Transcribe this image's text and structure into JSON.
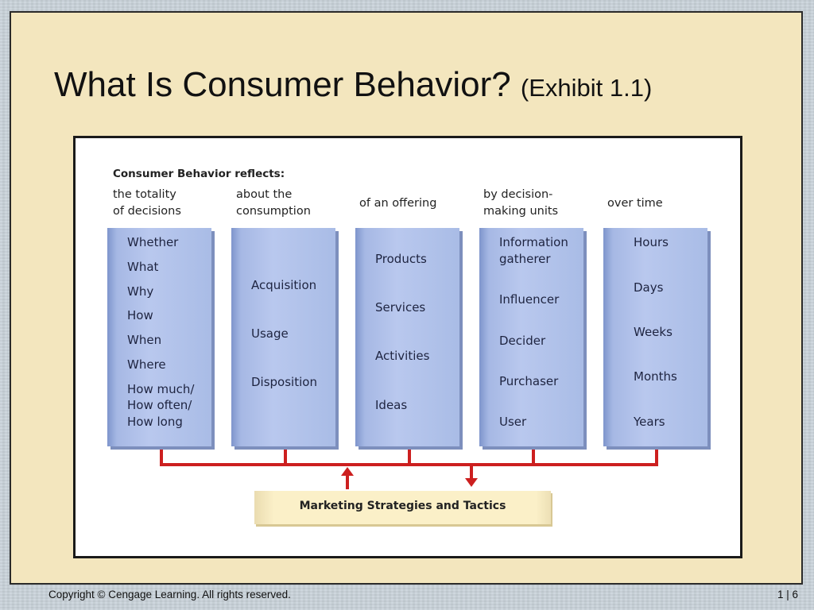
{
  "slide": {
    "title": "What Is Consumer Behavior?",
    "title_suffix": "(Exhibit 1.1)"
  },
  "exhibit": {
    "heading": "Consumer Behavior reflects:",
    "columns": [
      {
        "header": [
          "the totality",
          "of decisions"
        ],
        "items": [
          "Whether",
          "What",
          "Why",
          "How",
          "When",
          "Where",
          "How much/",
          "How often/",
          "How long"
        ]
      },
      {
        "header": [
          "about the",
          "consumption"
        ],
        "items": [
          "Acquisition",
          "Usage",
          "Disposition"
        ]
      },
      {
        "header": [
          "of an offering"
        ],
        "items": [
          "Products",
          "Services",
          "Activities",
          "Ideas"
        ]
      },
      {
        "header": [
          "by decision-",
          "making units"
        ],
        "items": [
          "Information",
          "gatherer",
          "Influencer",
          "Decider",
          "Purchaser",
          "User"
        ]
      },
      {
        "header": [
          "over time"
        ],
        "items": [
          "Hours",
          "Days",
          "Weeks",
          "Months",
          "Years"
        ]
      }
    ],
    "marketing_box": "Marketing Strategies and Tactics",
    "colors": {
      "box_blue": "#b9c8ee",
      "connector_red": "#cc1f1f",
      "marketing_box_fill": "#fbf0c8",
      "slide_background": "#f3e6be"
    }
  },
  "footer": {
    "copyright": "Copyright © Cengage Learning. All rights reserved.",
    "page": "1 | 6"
  }
}
